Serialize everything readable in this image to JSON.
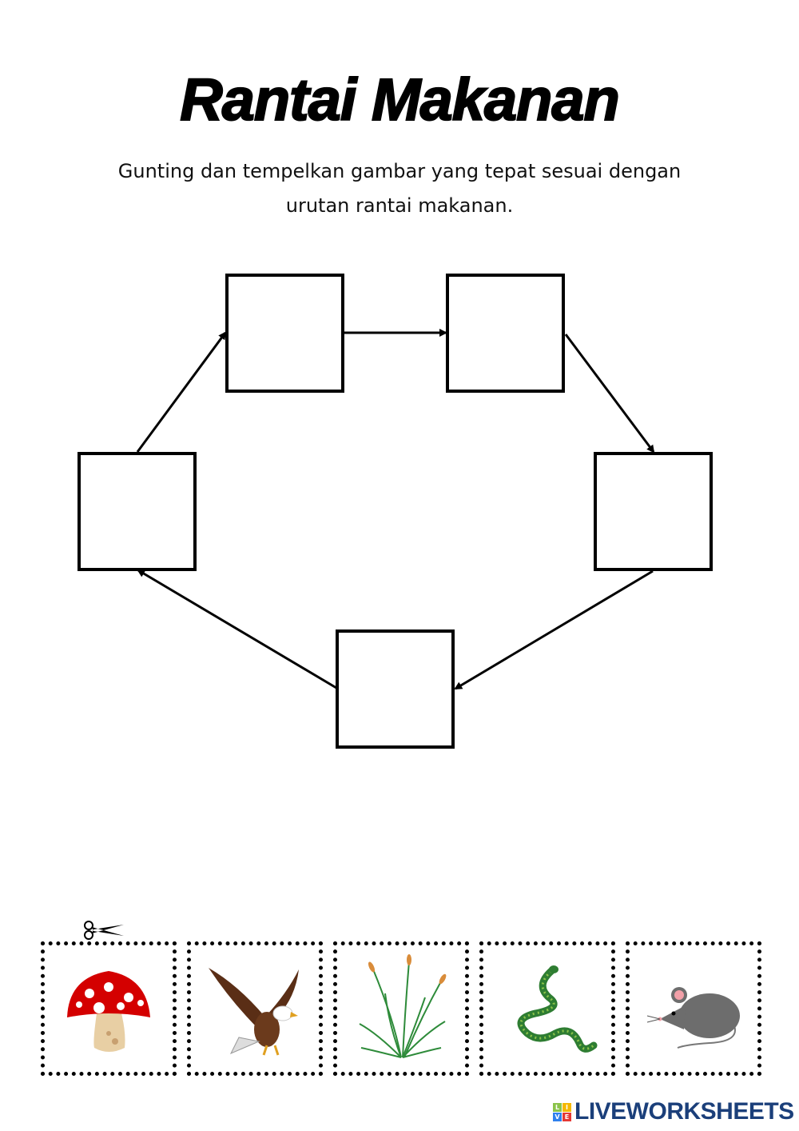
{
  "title": "Rantai Makanan",
  "instructions": {
    "line1": "Gunting dan tempelkan gambar yang tepat sesuai dengan",
    "line2": "urutan rantai makanan."
  },
  "cutouts": [
    {
      "name": "mushroom",
      "icon": "mushroom-icon"
    },
    {
      "name": "eagle",
      "icon": "eagle-icon"
    },
    {
      "name": "grass",
      "icon": "grass-icon"
    },
    {
      "name": "snake",
      "icon": "snake-icon"
    },
    {
      "name": "mouse",
      "icon": "mouse-icon"
    }
  ],
  "logo": {
    "tiles": [
      "L",
      "I",
      "V",
      "E"
    ],
    "text": "LIVEWORKSHEETS",
    "tile_colors": [
      "#8bc34a",
      "#f5b800",
      "#2f80ed",
      "#e53935"
    ],
    "text_color": "#1b3f7a"
  }
}
